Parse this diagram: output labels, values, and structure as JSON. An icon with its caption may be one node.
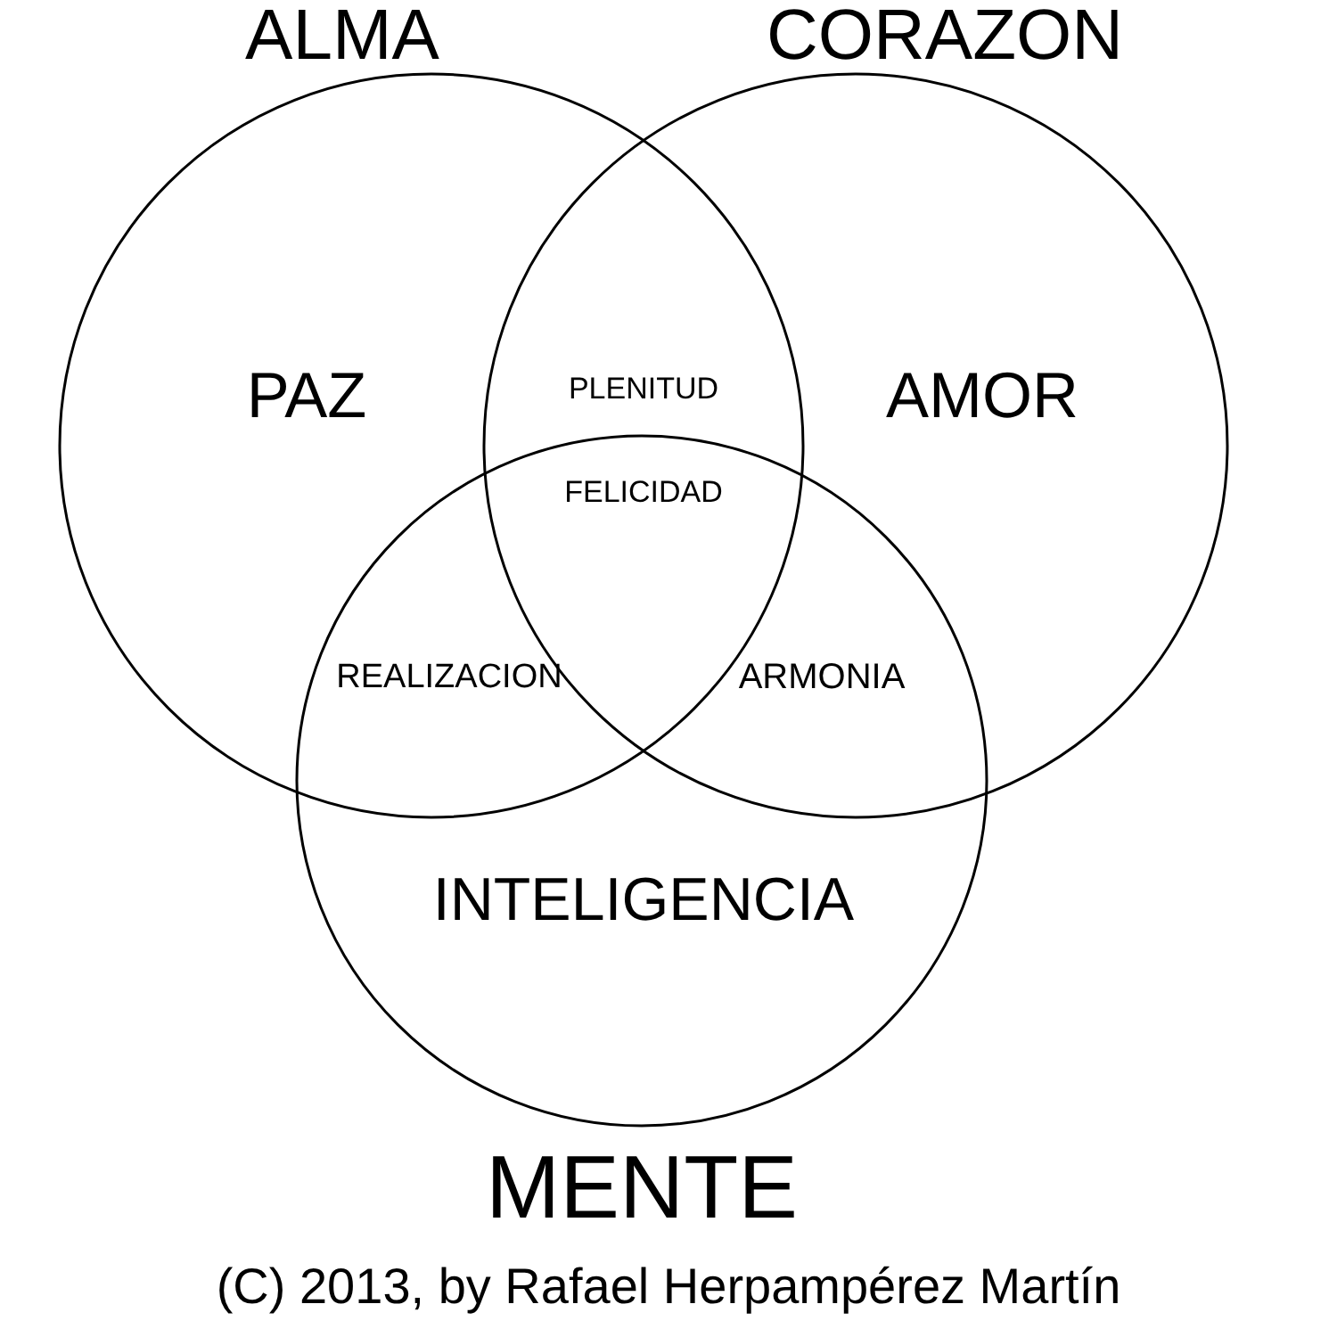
{
  "diagram": {
    "nodes": [
      {
        "text": [
          "ALMA"
        ]
      },
      {
        "text": [
          "CORAZON"
        ]
      },
      {
        "text": [
          "MENTE"
        ]
      }
    ],
    "labels": [
      "PAZ",
      "PLENITUD",
      "AMOR",
      "FELICIDAD",
      "REALIZACION",
      "ARMONIA",
      "INTELIGENCIA",
      "(C) 2013, by Rafael Herpampérez Martín"
    ]
  }
}
